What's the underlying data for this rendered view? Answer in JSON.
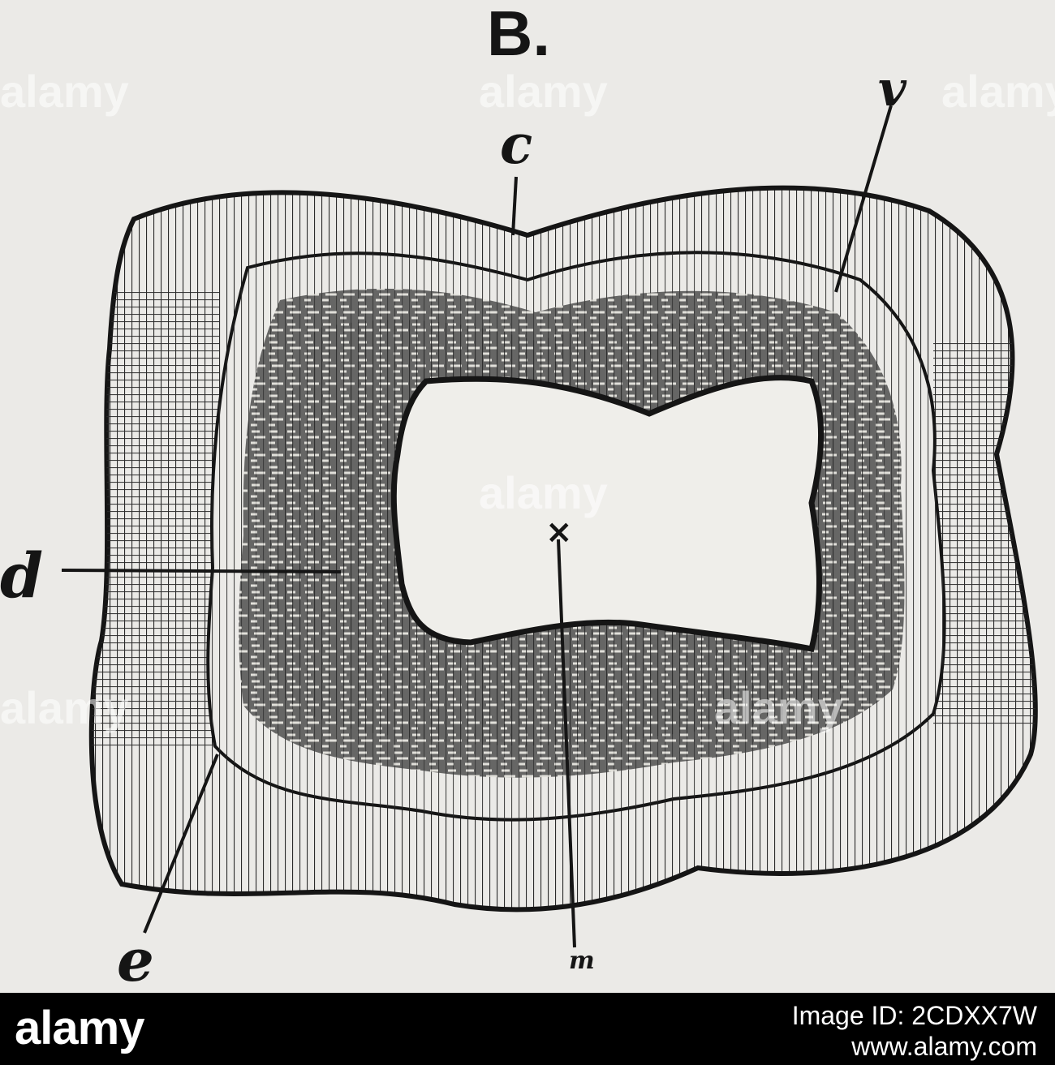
{
  "figure": {
    "title": "B.",
    "labels": {
      "c": "c",
      "v": "v",
      "d": "d",
      "e": "e",
      "x": "×",
      "m": "m"
    }
  },
  "watermark": {
    "text": "alamy"
  },
  "footer": {
    "logo": "alamy",
    "image_id": "Image ID: 2CDXX7W",
    "url": "www.alamy.com"
  },
  "colors": {
    "ink": "#151515",
    "paper": "#ebeae7",
    "footer_bg": "#000000",
    "footer_text": "#ffffff"
  }
}
